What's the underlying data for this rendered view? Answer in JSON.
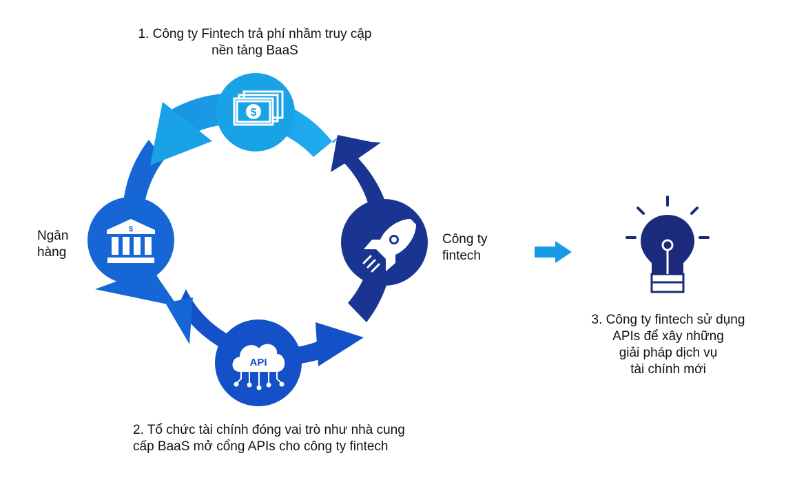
{
  "labels": {
    "step1": [
      "1. Công ty Fintech trả phí nhầm truy cập",
      "nền tảng BaaS"
    ],
    "bank": [
      "Ngân",
      "hàng"
    ],
    "fintech": [
      "Công ty",
      "fintech"
    ],
    "step2": [
      "2. Tổ chức tài chính đóng vai trò như nhà cung",
      "cấp BaaS mở cổng APIs cho công ty fintech"
    ],
    "step3": [
      "3. Công ty fintech sử dụng",
      "APIs để xây những",
      "giải pháp dịch vụ",
      "tài chính mới"
    ]
  },
  "icons": {
    "money": "money-stack-icon",
    "bank": "bank-icon",
    "rocket": "rocket-icon",
    "api": "api-cloud-icon",
    "bulb": "lightbulb-icon",
    "arrow": "arrow-right-icon"
  },
  "api_text": "API",
  "colors": {
    "light_blue": "#1aa2e6",
    "mid_blue": "#1666d6",
    "blue": "#1450c8",
    "navy": "#1a3591",
    "arrow": "#1a9ae6",
    "bulb_navy": "#1b2a7a"
  }
}
